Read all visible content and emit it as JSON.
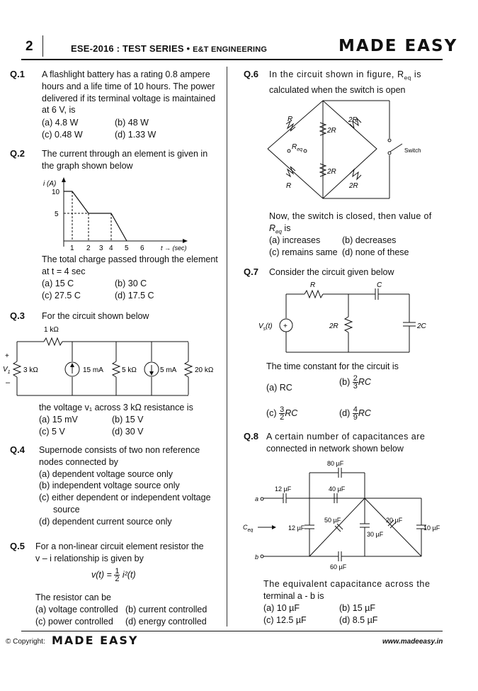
{
  "header": {
    "page_number": "2",
    "title": "ESE-2016 : TEST SERIES",
    "bullet": "•",
    "subject": "E&T ENGINEERING",
    "brand": "MADE EASY"
  },
  "footer": {
    "copyright": "© Copyright:",
    "brand": "MADE EASY",
    "url": "www.madeeasy.in"
  },
  "questions": {
    "q1": {
      "num": "Q.1",
      "lines": [
        "A flashlight battery has a rating 0.8 ampere",
        "hours and a life time of 10 hours. The power",
        "delivered if its terminal voltage is maintained",
        "at 6 V, is"
      ],
      "options": [
        "(a) 4.8 W",
        "(b) 48 W",
        "(c) 0.48 W",
        "(d) 1.33 W"
      ]
    },
    "q2": {
      "num": "Q.2",
      "lines": [
        "The current through an element is given in",
        "the graph shown below"
      ],
      "graph": {
        "ylabel": "i (A)",
        "xlabel": "t → (sec)",
        "yticks": [
          "10",
          "5"
        ],
        "xticks": [
          "1",
          "2",
          "3",
          "4",
          "5",
          "6"
        ]
      },
      "lines2": [
        "The total charge passed through the element",
        "at t = 4 sec"
      ],
      "options": [
        "(a) 15 C",
        "(b) 30 C",
        "(c) 27.5 C",
        "(d) 17.5 C"
      ]
    },
    "q3": {
      "num": "Q.3",
      "lines": [
        "For the circuit shown below"
      ],
      "circuit": {
        "r_top": "1 kΩ",
        "v_label": "V",
        "v_sub": "1",
        "r1": "3 kΩ",
        "i1": "15 mA",
        "r2": "5 kΩ",
        "i2": "5 mA",
        "r3": "20 kΩ",
        "plus": "+",
        "minus": "–"
      },
      "lines2": [
        "the voltage v₁ across 3 kΩ resistance is"
      ],
      "options": [
        "(a) 15 mV",
        "(b) 15 V",
        "(c) 5 V",
        "(d) 30 V"
      ]
    },
    "q4": {
      "num": "Q.4",
      "lines": [
        "Supernode consists of two non reference",
        "nodes connected by"
      ],
      "options": [
        "(a) dependent voltage source only",
        "(b) independent voltage source only",
        "(c) either dependent or independent voltage",
        "source",
        "(d) dependent current source only"
      ]
    },
    "q5": {
      "num": "Q.5",
      "lines": [
        "For a non-linear circuit element resistor the",
        "v – i relationship is given by"
      ],
      "eq_left": "v(t) =",
      "eq_num": "1",
      "eq_den": "2",
      "eq_right": "i²(t)",
      "lines2": [
        "The resistor can be"
      ],
      "options": [
        "(a) voltage controlled",
        "(b) current controlled",
        "(c) power controlled",
        "(d) energy controlled"
      ]
    },
    "q6": {
      "num": "Q.6",
      "line1_a": "In the circuit shown in figure, R",
      "line1_sub": "eq",
      "line1_b": " is",
      "line2": "calculated when the switch is open",
      "circuit": {
        "r_tl": "R",
        "r_tm": "2R",
        "r_tr": "2R",
        "req": "R",
        "req_sub": "eq",
        "r_bm": "2R",
        "r_bl": "R",
        "r_br": "2R",
        "switch": "Switch"
      },
      "lines2": [
        "Now, the switch is closed, then value of"
      ],
      "req_line_a": "R",
      "req_line_sub": "eq",
      "req_line_b": " is",
      "options": [
        "(a) increases",
        "(b) decreases",
        "(c) remains same",
        "(d) none of these"
      ]
    },
    "q7": {
      "num": "Q.7",
      "lines": [
        "Consider the circuit given below"
      ],
      "circuit": {
        "r": "R",
        "c": "C",
        "vs": "V",
        "vs_sub": "s",
        "vs_t": "(t)",
        "r2": "2R",
        "c2": "2C"
      },
      "lines2": [
        "The time constant for the circuit is"
      ],
      "options": {
        "a": "(a) RC",
        "b_pre": "(b)",
        "b_num": "2",
        "b_den": "3",
        "b_post": "RC",
        "c_pre": "(c)",
        "c_num": "3",
        "c_den": "2",
        "c_post": "RC",
        "d_pre": "(d)",
        "d_num": "4",
        "d_den": "9",
        "d_post": "RC"
      }
    },
    "q8": {
      "num": "Q.8",
      "lines": [
        "A certain number of capacitances are",
        "connected in network shown below"
      ],
      "circuit": {
        "c80": "80 µF",
        "c12a": "12 µF",
        "c40": "40 µF",
        "a": "a",
        "ceq": "C",
        "ceq_sub": "eq",
        "c12b": "12 µF",
        "c50": "50 µF",
        "c20": "20 µF",
        "c30": "30 µF",
        "c10": "10 µF",
        "b": "b",
        "c60": "60 µF"
      },
      "lines2": [
        "The equivalent capacitance across the",
        "terminal a - b is"
      ],
      "options": [
        "(a) 10 µF",
        "(b) 15 µF",
        "(c) 12.5 µF",
        "(d) 8.5 µF"
      ]
    }
  }
}
